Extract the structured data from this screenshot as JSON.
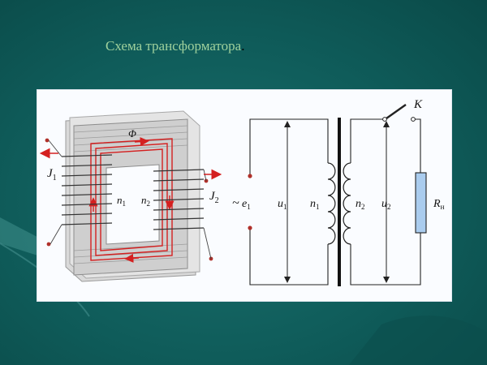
{
  "slide": {
    "title": "Схема трансформатора",
    "title_suffix": ".",
    "background_color": "#0f5c5a",
    "title_color": "#9fd19c"
  },
  "diagram": {
    "flux_label": "Φ",
    "primary_current": "J",
    "primary_current_sub": "1",
    "secondary_current": "J",
    "secondary_current_sub": "2",
    "primary_turns": "n",
    "primary_turns_sub": "1",
    "secondary_turns": "n",
    "secondary_turns_sub": "2",
    "source_symbol": "~",
    "emf": "e",
    "emf_sub": "1",
    "primary_voltage": "u",
    "primary_voltage_sub": "1",
    "schematic_primary_turns": "n",
    "schematic_primary_turns_sub": "1",
    "schematic_secondary_turns": "n",
    "schematic_secondary_turns_sub": "2",
    "secondary_voltage": "u",
    "secondary_voltage_sub": "2",
    "switch": "K",
    "load": "R",
    "load_sub": "н",
    "colors": {
      "core": "#c8c8c8",
      "flux": "#d42020",
      "wire": "#222222",
      "load_fill": "#aaccee",
      "terminal": "#b0302a"
    }
  }
}
